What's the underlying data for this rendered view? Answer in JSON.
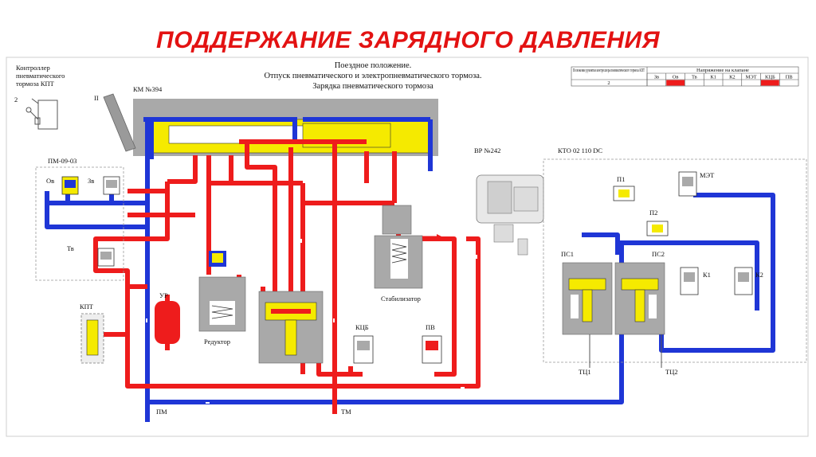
{
  "slide_title": "ПОДДЕРЖАНИЕ ЗАРЯДНОГО ДАВЛЕНИЯ",
  "header": {
    "line1": "Поездное положение.",
    "line2": "Отпуск пневматического и электропневматического тормоза.",
    "line3": "Зарядка пневматического тормоза"
  },
  "controller": {
    "line1": "Контроллер",
    "line2": "пневматического",
    "line3": "тормоза КПТ",
    "pos2": "2",
    "pos_ii": "II"
  },
  "labels": {
    "km": "КМ №394",
    "pm0903": "ПМ-09-03",
    "ov": "Ов",
    "zv": "Зв",
    "tv": "Тв",
    "kpt": "КПТ",
    "ur": "УР",
    "reduktor": "Редуктор",
    "stabilizator": "Стабилизатор",
    "ktsb": "КЦБ",
    "pv": "ПВ",
    "vr": "ВР №242",
    "kto": "КТО 02 110 DC",
    "p1": "П1",
    "p2": "П2",
    "met": "МЭТ",
    "ps1": "ПС1",
    "ps2": "ПС2",
    "k1": "К1",
    "k2": "К2",
    "tts1": "ТЦ1",
    "tts2": "ТЦ2",
    "pm": "ПМ",
    "tm": "ТМ"
  },
  "table": {
    "row_header": "Положение рукоятки контроллера пневматического тормоза КПТ",
    "group_header": "Напряжение на клапане",
    "columns": [
      "Зв",
      "Ов",
      "Тв",
      "К1",
      "К2",
      "МЭТ",
      "КЦБ",
      "ПВ"
    ],
    "position": "2",
    "energized": [
      false,
      true,
      false,
      false,
      false,
      false,
      true,
      false
    ]
  },
  "colors": {
    "title": "#e31212",
    "pm_line": "#1f36d6",
    "tm_line": "#ee1c1c",
    "valve": "#f5ea00",
    "body": "#a9a9a9",
    "cell_on": "#ee1c1c"
  }
}
